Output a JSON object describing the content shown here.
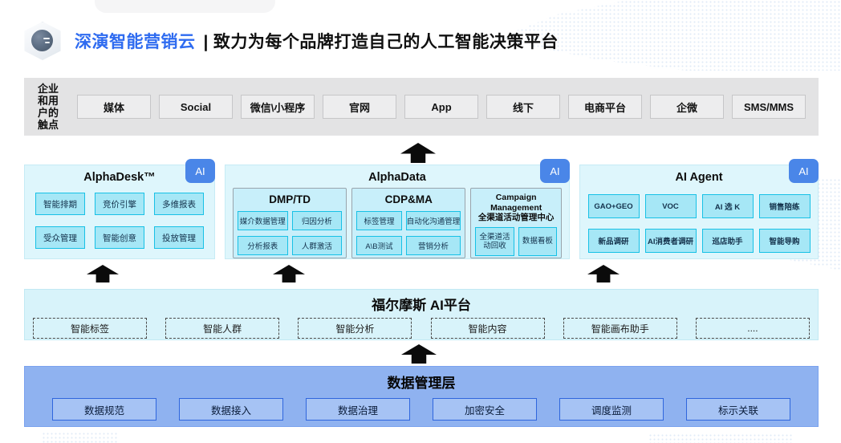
{
  "header": {
    "brand": "深演智能营销云",
    "separator": "|",
    "tagline": "致力为每个品牌打造自己的人工智能决策平台"
  },
  "touchpoints": {
    "label_lines": [
      "企业",
      "和用",
      "户的",
      "触点"
    ],
    "items": [
      "媒体",
      "Social",
      "微信\\小程序",
      "官网",
      "App",
      "线下",
      "电商平台",
      "企微",
      "SMS/MMS"
    ]
  },
  "panels": {
    "alphadesk": {
      "title": "AlphaDesk™",
      "badge": "AI",
      "items": [
        "智能排期",
        "竞价引擎",
        "多维报表",
        "受众管理",
        "智能创意",
        "投放管理"
      ]
    },
    "alphadata": {
      "title": "AlphaData",
      "badge": "AI",
      "dmp": {
        "title": "DMP/TD",
        "items": [
          "媒介数据管理",
          "归因分析",
          "分析报表",
          "人群激活"
        ]
      },
      "cdp": {
        "title": "CDP&MA",
        "items": [
          "标签管理",
          "自动化沟通管理",
          "A\\B测试",
          "营销分析"
        ]
      },
      "campaign": {
        "title_line1": "Campaign Management",
        "title_line2": "全渠道活动管理中心",
        "items": [
          "全渠道活动回收",
          "数据看板"
        ]
      }
    },
    "aiagent": {
      "title": "AI Agent",
      "badge": "AI",
      "items": [
        "GAO+GEO",
        "VOC",
        "AI 选 K",
        "销售陪练",
        "新品调研",
        "AI消费者调研",
        "巡店助手",
        "智能导购"
      ]
    }
  },
  "holmes": {
    "title": "福尔摩斯 AI平台",
    "items": [
      "智能标签",
      "智能人群",
      "智能分析",
      "智能内容",
      "智能画布助手",
      "...."
    ]
  },
  "datalayer": {
    "title": "数据管理层",
    "items": [
      "数据规范",
      "数据接入",
      "数据治理",
      "加密安全",
      "调度监测",
      "标示关联"
    ]
  },
  "colors": {
    "accent": "#2e6bf0",
    "badge-blue": "#4a86e8",
    "panel-cyan": "#def6fc",
    "subpanel-cyan": "#c8effa",
    "box-cyan": "#a6e7f6",
    "box-cyan-border": "#17c1e6",
    "holmes-cyan": "#d8f3fa",
    "data-blue": "#8fb2f0",
    "data-box": "#a6c3f4",
    "data-box-border": "#2f66dd",
    "touchbar": "#e3e3e4",
    "touchbox": "#ededee",
    "map-dot": "#c9dbf1"
  }
}
